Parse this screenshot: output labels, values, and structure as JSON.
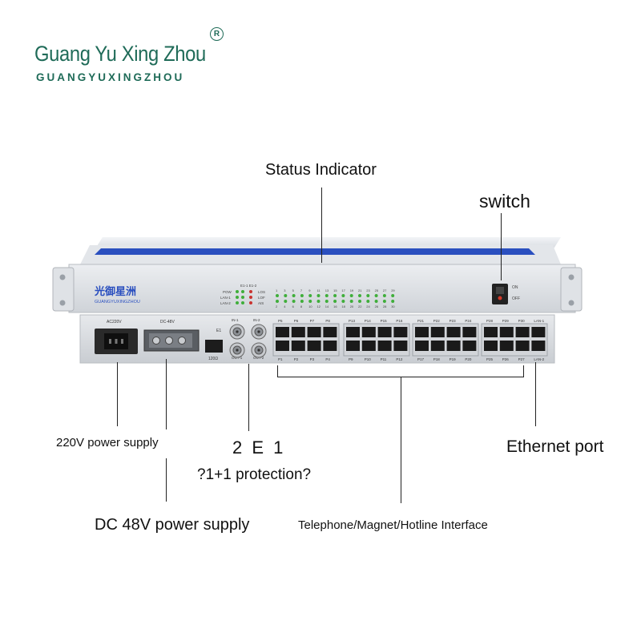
{
  "brand": {
    "name": "Guang Yu Xing Zhou",
    "subtitle": "GUANGYUXINGZHOU",
    "registered_mark": "R"
  },
  "callouts": {
    "status_indicator": "Status Indicator",
    "switch": "switch",
    "power_220v": "220V power supply",
    "e1_title": "2 E 1",
    "e1_protection": "?1+1 protection?",
    "ethernet": "Ethernet port",
    "dc48v": "DC 48V power supply",
    "telephone": "Telephone/Magnet/Hotline Interface"
  },
  "device": {
    "front_logo": "光御星洲",
    "front_logo_sub": "GUANGYUXINGZHOU",
    "led_labels_left": [
      "POW",
      "LAN-1",
      "LAN-2"
    ],
    "led_header_e1": "E1-1  E1-2",
    "led_labels_right": [
      "LOS",
      "LOF",
      "AIS"
    ],
    "channel_top": [
      "1",
      "3",
      "5",
      "7",
      "9",
      "11",
      "13",
      "15",
      "17",
      "19",
      "21",
      "23",
      "25",
      "27",
      "29"
    ],
    "channel_bottom": [
      "2",
      "4",
      "6",
      "8",
      "10",
      "12",
      "14",
      "16",
      "18",
      "20",
      "22",
      "24",
      "26",
      "28",
      "30"
    ],
    "switch_on": "ON",
    "switch_off": "OFF",
    "ac_label": "AC220V",
    "dc_label": "DC-48V",
    "e1_label": "E1",
    "bnc_labels": [
      "IN-1",
      "IN-2",
      "OUT-1",
      "OUT-2"
    ],
    "rj45_label": "120Ω",
    "port_labels_top": [
      "P5",
      "P6",
      "P7",
      "P8",
      "P13",
      "P14",
      "P15",
      "P16",
      "P21",
      "P22",
      "P23",
      "P24",
      "P28",
      "P29",
      "P30",
      "LAN-1"
    ],
    "port_labels_bottom": [
      "P1",
      "P2",
      "P3",
      "P4",
      "P9",
      "P10",
      "P11",
      "P12",
      "P17",
      "P18",
      "P19",
      "P20",
      "P25",
      "P26",
      "P27",
      "LAN-2"
    ]
  },
  "colors": {
    "brand": "#1f6b58",
    "panel_blue": "#2a4fbf",
    "led_green": "#3fae3a",
    "led_red": "#c9332f"
  }
}
